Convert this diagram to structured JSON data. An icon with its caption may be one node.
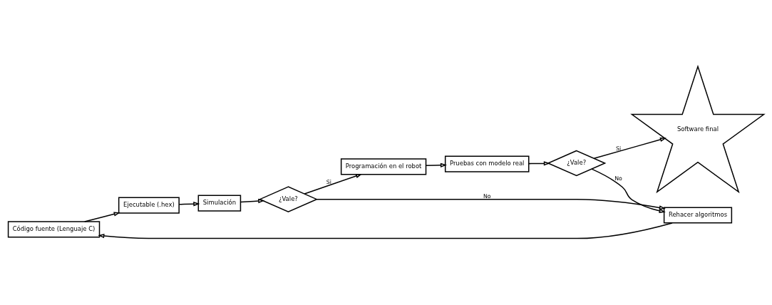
{
  "diagram": {
    "nodes": [
      {
        "text": [
          "Código fuente (Lenguaje C)"
        ]
      },
      {
        "text": [
          "Ejecutable (.hex)"
        ]
      },
      {
        "text": [
          "Simulación"
        ]
      },
      {
        "text": [
          "¿Vale?"
        ]
      },
      {
        "text": [
          "Programación en el robot"
        ]
      },
      {
        "text": [
          "Pruebas con modelo real"
        ]
      },
      {
        "text": [
          "¿Vale?"
        ]
      },
      {
        "text": [
          "Rehacer algoritmos"
        ]
      },
      {
        "text": [
          "Software final"
        ]
      }
    ],
    "edges": [
      {
        "from": 0,
        "to": 1,
        "arrow": "to"
      },
      {
        "from": 1,
        "to": 2,
        "arrow": "to"
      },
      {
        "from": 2,
        "to": 3,
        "arrow": "to"
      },
      {
        "from": 3,
        "to": 4,
        "arrow": "to",
        "label": "Si"
      },
      {
        "from": 3,
        "to": 7,
        "arrow": "to",
        "label": "No"
      },
      {
        "from": 4,
        "to": 5,
        "arrow": "to"
      },
      {
        "from": 5,
        "to": 6,
        "arrow": "to"
      },
      {
        "from": 6,
        "to": 8,
        "arrow": "to",
        "label": "Si"
      },
      {
        "from": 6,
        "to": 7,
        "arrow": "to",
        "label": "No"
      },
      {
        "from": 7,
        "to": 0,
        "arrow": "to"
      }
    ]
  }
}
